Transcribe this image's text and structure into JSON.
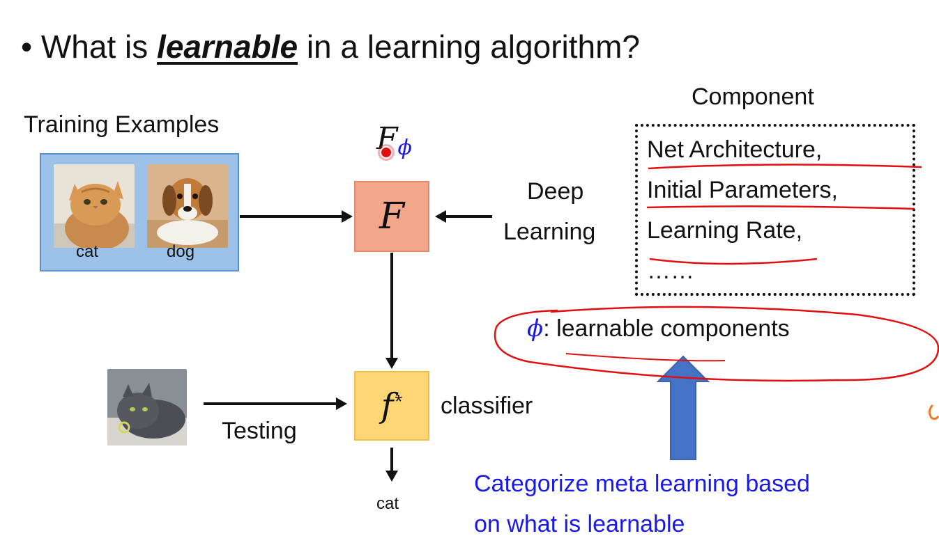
{
  "title": {
    "bullet": "•",
    "prefix": "What is ",
    "keyword": "learnable",
    "suffix": " in a learning algorithm?"
  },
  "training": {
    "heading": "Training Examples",
    "label_cat": "cat",
    "label_dog": "dog"
  },
  "f_phi": {
    "base": "F",
    "sub": "ϕ"
  },
  "box_F": {
    "symbol": "F"
  },
  "box_f": {
    "symbol": "f",
    "sup": "*"
  },
  "classifier_label": "classifier",
  "testing_label": "Testing",
  "output_label": "cat",
  "deep_learning": {
    "line1": "Deep",
    "line2": "Learning"
  },
  "component": {
    "heading": "Component",
    "items": [
      "Net Architecture,",
      "Initial Parameters,",
      "Learning Rate,",
      "……"
    ]
  },
  "phi_line": {
    "symbol": "ϕ",
    "text": ": learnable components"
  },
  "categorize": {
    "line1": "Categorize meta learning based",
    "line2": "on what is learnable"
  },
  "colors": {
    "training_bg": "#9cc2ea",
    "box_F": "#f2a68a",
    "box_f": "#ffd675",
    "blue_text": "#1a1ae6",
    "big_arrow": "#4472c4",
    "annotation_red": "#e01010"
  }
}
